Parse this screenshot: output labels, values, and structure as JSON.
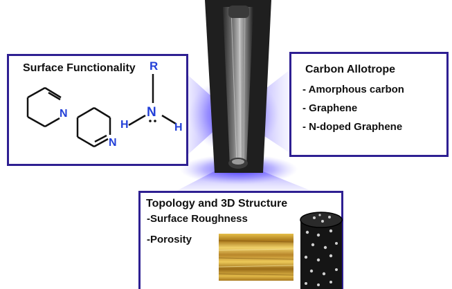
{
  "colors": {
    "frame": "#2e1f92",
    "glow": "#5a4dff",
    "atom_label": "#2340d8",
    "fiber_dark": "#1c1c1c",
    "fiber_light": "#d8d8d8",
    "topo_texture": "#c89a25"
  },
  "functionality": {
    "title": "Surface Functionality",
    "ring1_atom": "N",
    "ring2_atom": "N",
    "amine": {
      "substituent": "R",
      "center": "N",
      "left": "H",
      "right": "H"
    }
  },
  "allotrope": {
    "title": "Carbon Allotrope",
    "items": [
      "- Amorphous carbon",
      "- Graphene",
      "- N-doped Graphene"
    ]
  },
  "topology": {
    "title": "Topology and 3D Structure",
    "items": [
      "-Surface Roughness",
      "-Porosity"
    ]
  }
}
